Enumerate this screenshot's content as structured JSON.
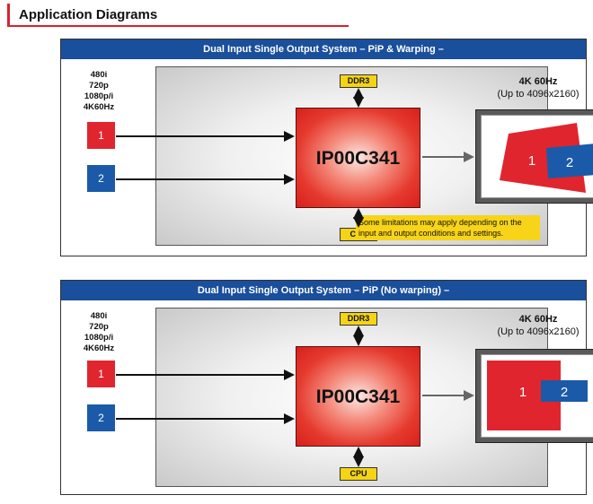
{
  "heading": "Application Diagrams",
  "resolutions": [
    "480i",
    "720p",
    "1080p/i",
    "4K60Hz"
  ],
  "chip_label": "IP00C341",
  "ddr_label": "DDR3",
  "cpu_label": "CPU",
  "input1_label": "1",
  "input2_label": "2",
  "output_title": "4K 60Hz",
  "output_subtitle": "(Up to 4096x2160)",
  "colors": {
    "title_bar": "#1a4f9c",
    "input_red": "#e0252f",
    "input_blue": "#1a5aa8",
    "tag_yellow": "#f5d416",
    "accent": "#d8242e"
  },
  "diagram1": {
    "title": "Dual Input Single Output System  – PiP & Warping –",
    "note": "Some limitations may apply depending on the input and output conditions and settings."
  },
  "diagram2": {
    "title": "Dual Input Single Output System  – PiP (No warping) –"
  }
}
